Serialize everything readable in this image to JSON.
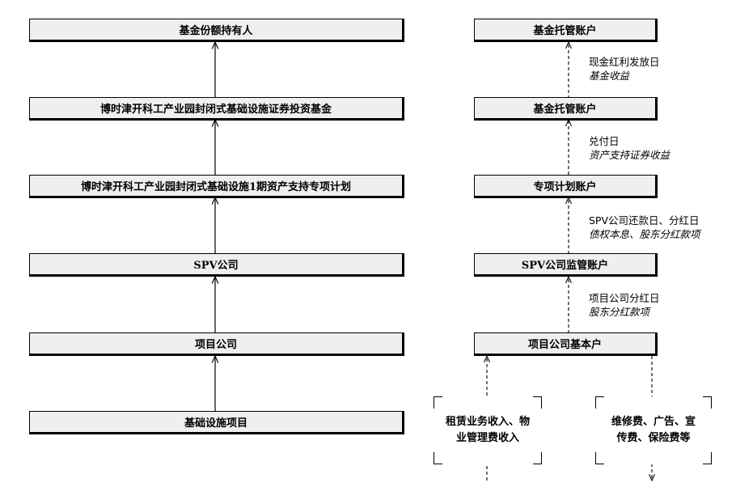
{
  "left_chain": {
    "holder": "基金份额持有人",
    "fund": "博时津开科工产业园封闭式基础设施证券投资基金",
    "abs_plan": "博时津开科工产业园封闭式基础设施1期资产支持专项计划",
    "spv": "SPV公司",
    "project_company": "项目公司",
    "infrastructure": "基础设施项目"
  },
  "right_chain": {
    "custody_top": "基金托管账户",
    "custody_mid": "基金托管账户",
    "special_plan_account": "专项计划账户",
    "spv_supervision_account": "SPV公司监管账户",
    "project_basic_account": "项目公司基本户"
  },
  "flow_labels": {
    "l1_top": "现金红利发放日",
    "l1_bottom": "基金收益",
    "l2_top": "兑付日",
    "l2_bottom": "资产支持证券收益",
    "l3_top": "SPV公司还款日、分红日",
    "l3_bottom": "债权本息、股东分红款项",
    "l4_top": "项目公司分红日",
    "l4_bottom": "股东分红款项"
  },
  "brackets": {
    "income_line1": "租赁业务收入、物",
    "income_line2": "业管理费收入",
    "expense_line1": "维修费、广告、宣",
    "expense_line2": "传费、保险费等"
  }
}
